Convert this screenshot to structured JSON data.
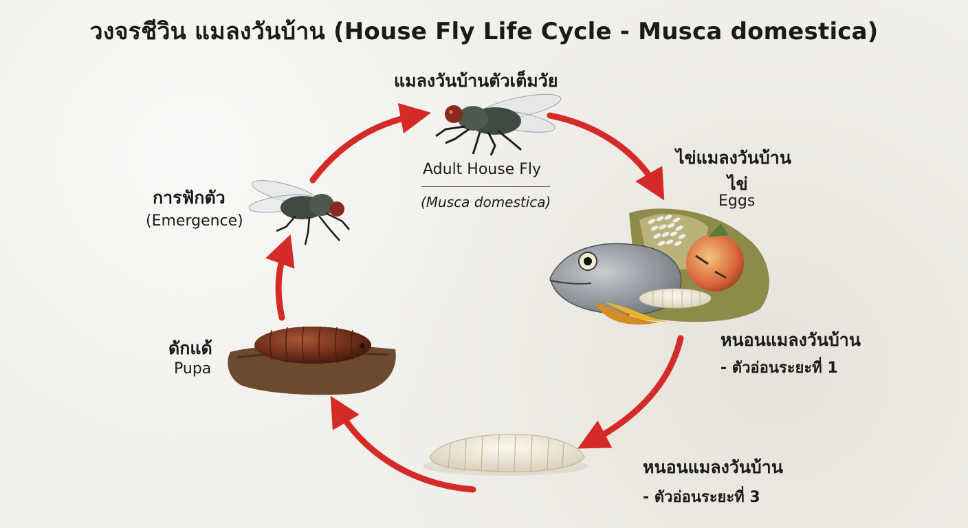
{
  "title": "วงจรชีวิน แมลงวันบ้าน (House Fly Life Cycle - Musca domestica)",
  "stages": {
    "adult": {
      "thai": "แมลงวันบ้านตัวเต็มวัย",
      "english": "Adult House Fly",
      "scientific": "(Musca domestica)"
    },
    "eggs": {
      "thai": "ไข่แมลงวันบ้าน",
      "thai_short": "ไข่",
      "english": "Eggs"
    },
    "larva1": {
      "thai": "หนอนแมลงวันบ้าน",
      "detail": "- ตัวอ่อนระยะที่ 1"
    },
    "larva3": {
      "thai": "หนอนแมลงวันบ้าน",
      "detail": "- ตัวอ่อนระยะที่ 3"
    },
    "pupa": {
      "thai": "ดักแด้",
      "english": "Pupa"
    },
    "emergence": {
      "thai": "การฟักตัว",
      "english": "(Emergence)"
    }
  },
  "colors": {
    "arrow": "#d42a28",
    "fly_body": "#3f4a42",
    "fly_eye": "#8a2a1e",
    "pupa": "#6e2e1a",
    "larva": "#efe8d6",
    "soil": "#6b4a2e"
  }
}
